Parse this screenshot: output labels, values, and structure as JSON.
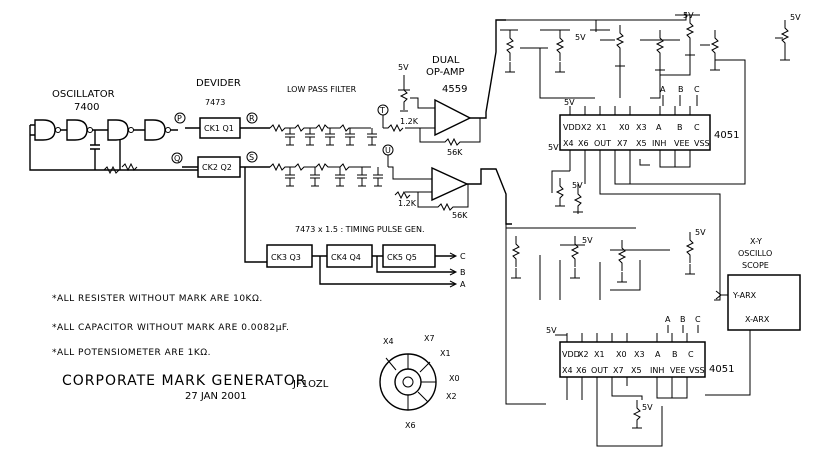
{
  "oscillator": {
    "label": "OSCILLATOR",
    "chip": "7400"
  },
  "divider": {
    "label": "DEVIDER",
    "chip": "7473",
    "ff1": "CK1  Q1",
    "ff2": "CK2  Q2"
  },
  "lowpass": {
    "label": "LOW PASS FILTER"
  },
  "opamp": {
    "label1": "DUAL",
    "label2": "OP-AMP",
    "chip": "4559",
    "r1": "1.2K",
    "r2": "56K",
    "r3": "1.2K",
    "r4": "56K"
  },
  "nodes": {
    "p": "P",
    "q": "Q",
    "r": "R",
    "s": "S",
    "t": "T",
    "u": "U"
  },
  "timing": {
    "label": "7473 x 1.5 : TIMING PULSE GEN.",
    "ck3": "CK3  Q3",
    "ck4": "CK4  Q4",
    "ck5": "CK5  Q5",
    "out_c": "C",
    "out_b": "B",
    "out_a": "A"
  },
  "mux_top": {
    "chip": "4051",
    "supply": "5V",
    "pins_top": [
      "VDD",
      "X2",
      "X1",
      "X0",
      "X3"
    ],
    "ctrl_top": [
      "A",
      "B",
      "C"
    ],
    "pins_bottom": [
      "X4",
      "X6",
      "OUT",
      "X7",
      "X5",
      "INH",
      "VEE",
      "VSS"
    ]
  },
  "mux_bottom": {
    "chip": "4051",
    "supply": "5V",
    "pins_top": [
      "VDD",
      "X2",
      "X1",
      "X0",
      "X3"
    ],
    "ctrl_top": [
      "A",
      "B",
      "C"
    ],
    "pins_bottom": [
      "X4",
      "X6",
      "OUT",
      "X7",
      "X5",
      "INH",
      "VEE",
      "VSS"
    ]
  },
  "supplies": {
    "v5": "5V"
  },
  "scope": {
    "label1": "X-Y",
    "label2": "OSCILLO",
    "label3": "SCOPE",
    "yin": "Y-ARX",
    "xin": "X-ARX"
  },
  "notes": [
    "*ALL RESISTER WITHOUT MARK ARE 10KΩ.",
    "*ALL CAPACITOR WITHOUT MARK ARE 0.0082μF.",
    "*ALL POTENSIOMETER ARE 1KΩ."
  ],
  "title": {
    "line1": "CORPORATE MARK GENERATOR",
    "line2": "27 JAN 2001",
    "author": "JF1OZL"
  },
  "mark": {
    "x4": "X4",
    "x7": "X7",
    "x1": "X1",
    "x0": "X0",
    "x2": "X2",
    "x6": "X6"
  }
}
